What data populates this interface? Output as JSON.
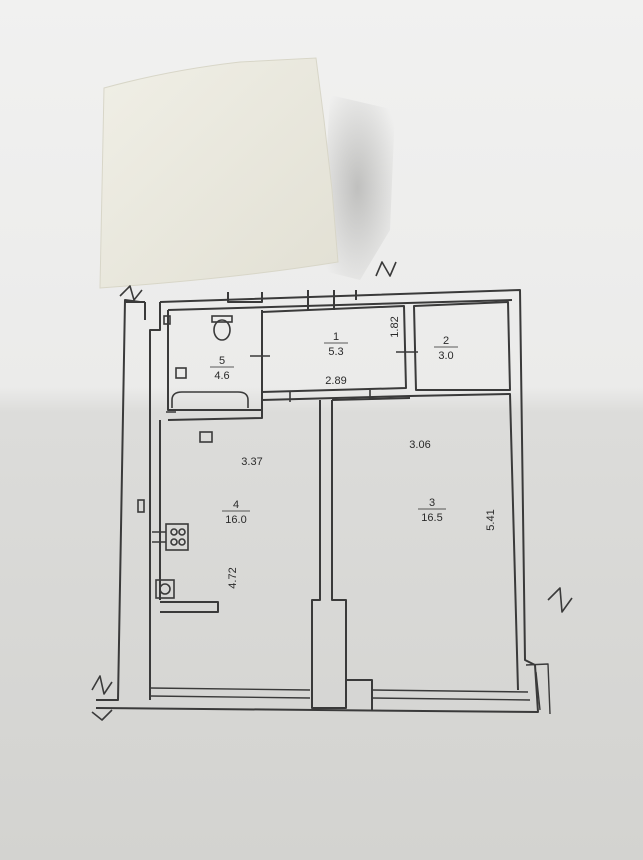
{
  "plan": {
    "rooms": [
      {
        "id": "1",
        "number": "1",
        "area": "5.3"
      },
      {
        "id": "2",
        "number": "2",
        "area": "3.0"
      },
      {
        "id": "3",
        "number": "3",
        "area": "16.5"
      },
      {
        "id": "4",
        "number": "4",
        "area": "16.0"
      },
      {
        "id": "5",
        "number": "5",
        "area": "4.6"
      }
    ],
    "dimensions": {
      "hall_width": "2.89",
      "hall_depth": "1.82",
      "kitchen_width": "3.37",
      "kitchen_length": "4.72",
      "room3_width": "3.06",
      "room3_length": "5.41"
    }
  },
  "colors": {
    "wall": "#3a3a3a",
    "paper_light": "#efefee",
    "paper_dark": "#d6d6d3",
    "napkin": "#ecebe2"
  }
}
